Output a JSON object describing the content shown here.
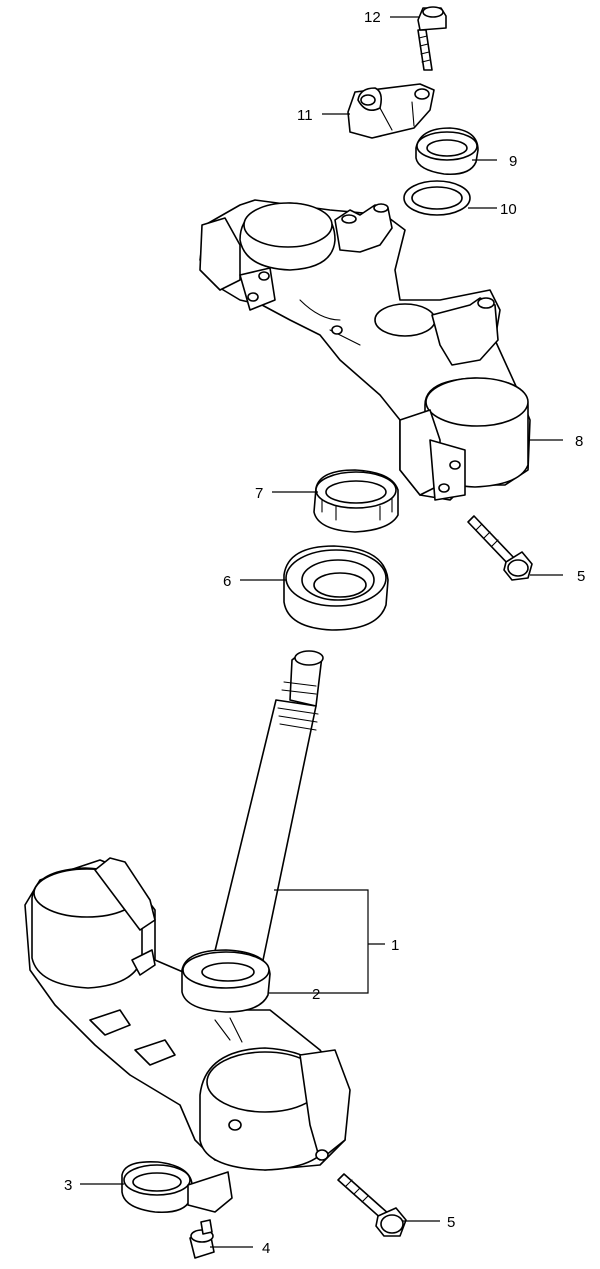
{
  "callouts": [
    {
      "id": "c12",
      "text": "12"
    },
    {
      "id": "c11",
      "text": "11"
    },
    {
      "id": "c9",
      "text": "9"
    },
    {
      "id": "c10",
      "text": "10"
    },
    {
      "id": "c8",
      "text": "8"
    },
    {
      "id": "c7",
      "text": "7"
    },
    {
      "id": "c5a",
      "text": "5"
    },
    {
      "id": "c6",
      "text": "6"
    },
    {
      "id": "c1",
      "text": "1"
    },
    {
      "id": "c2",
      "text": "2"
    },
    {
      "id": "c3",
      "text": "3"
    },
    {
      "id": "c5b",
      "text": "5"
    },
    {
      "id": "c4",
      "text": "4"
    }
  ]
}
